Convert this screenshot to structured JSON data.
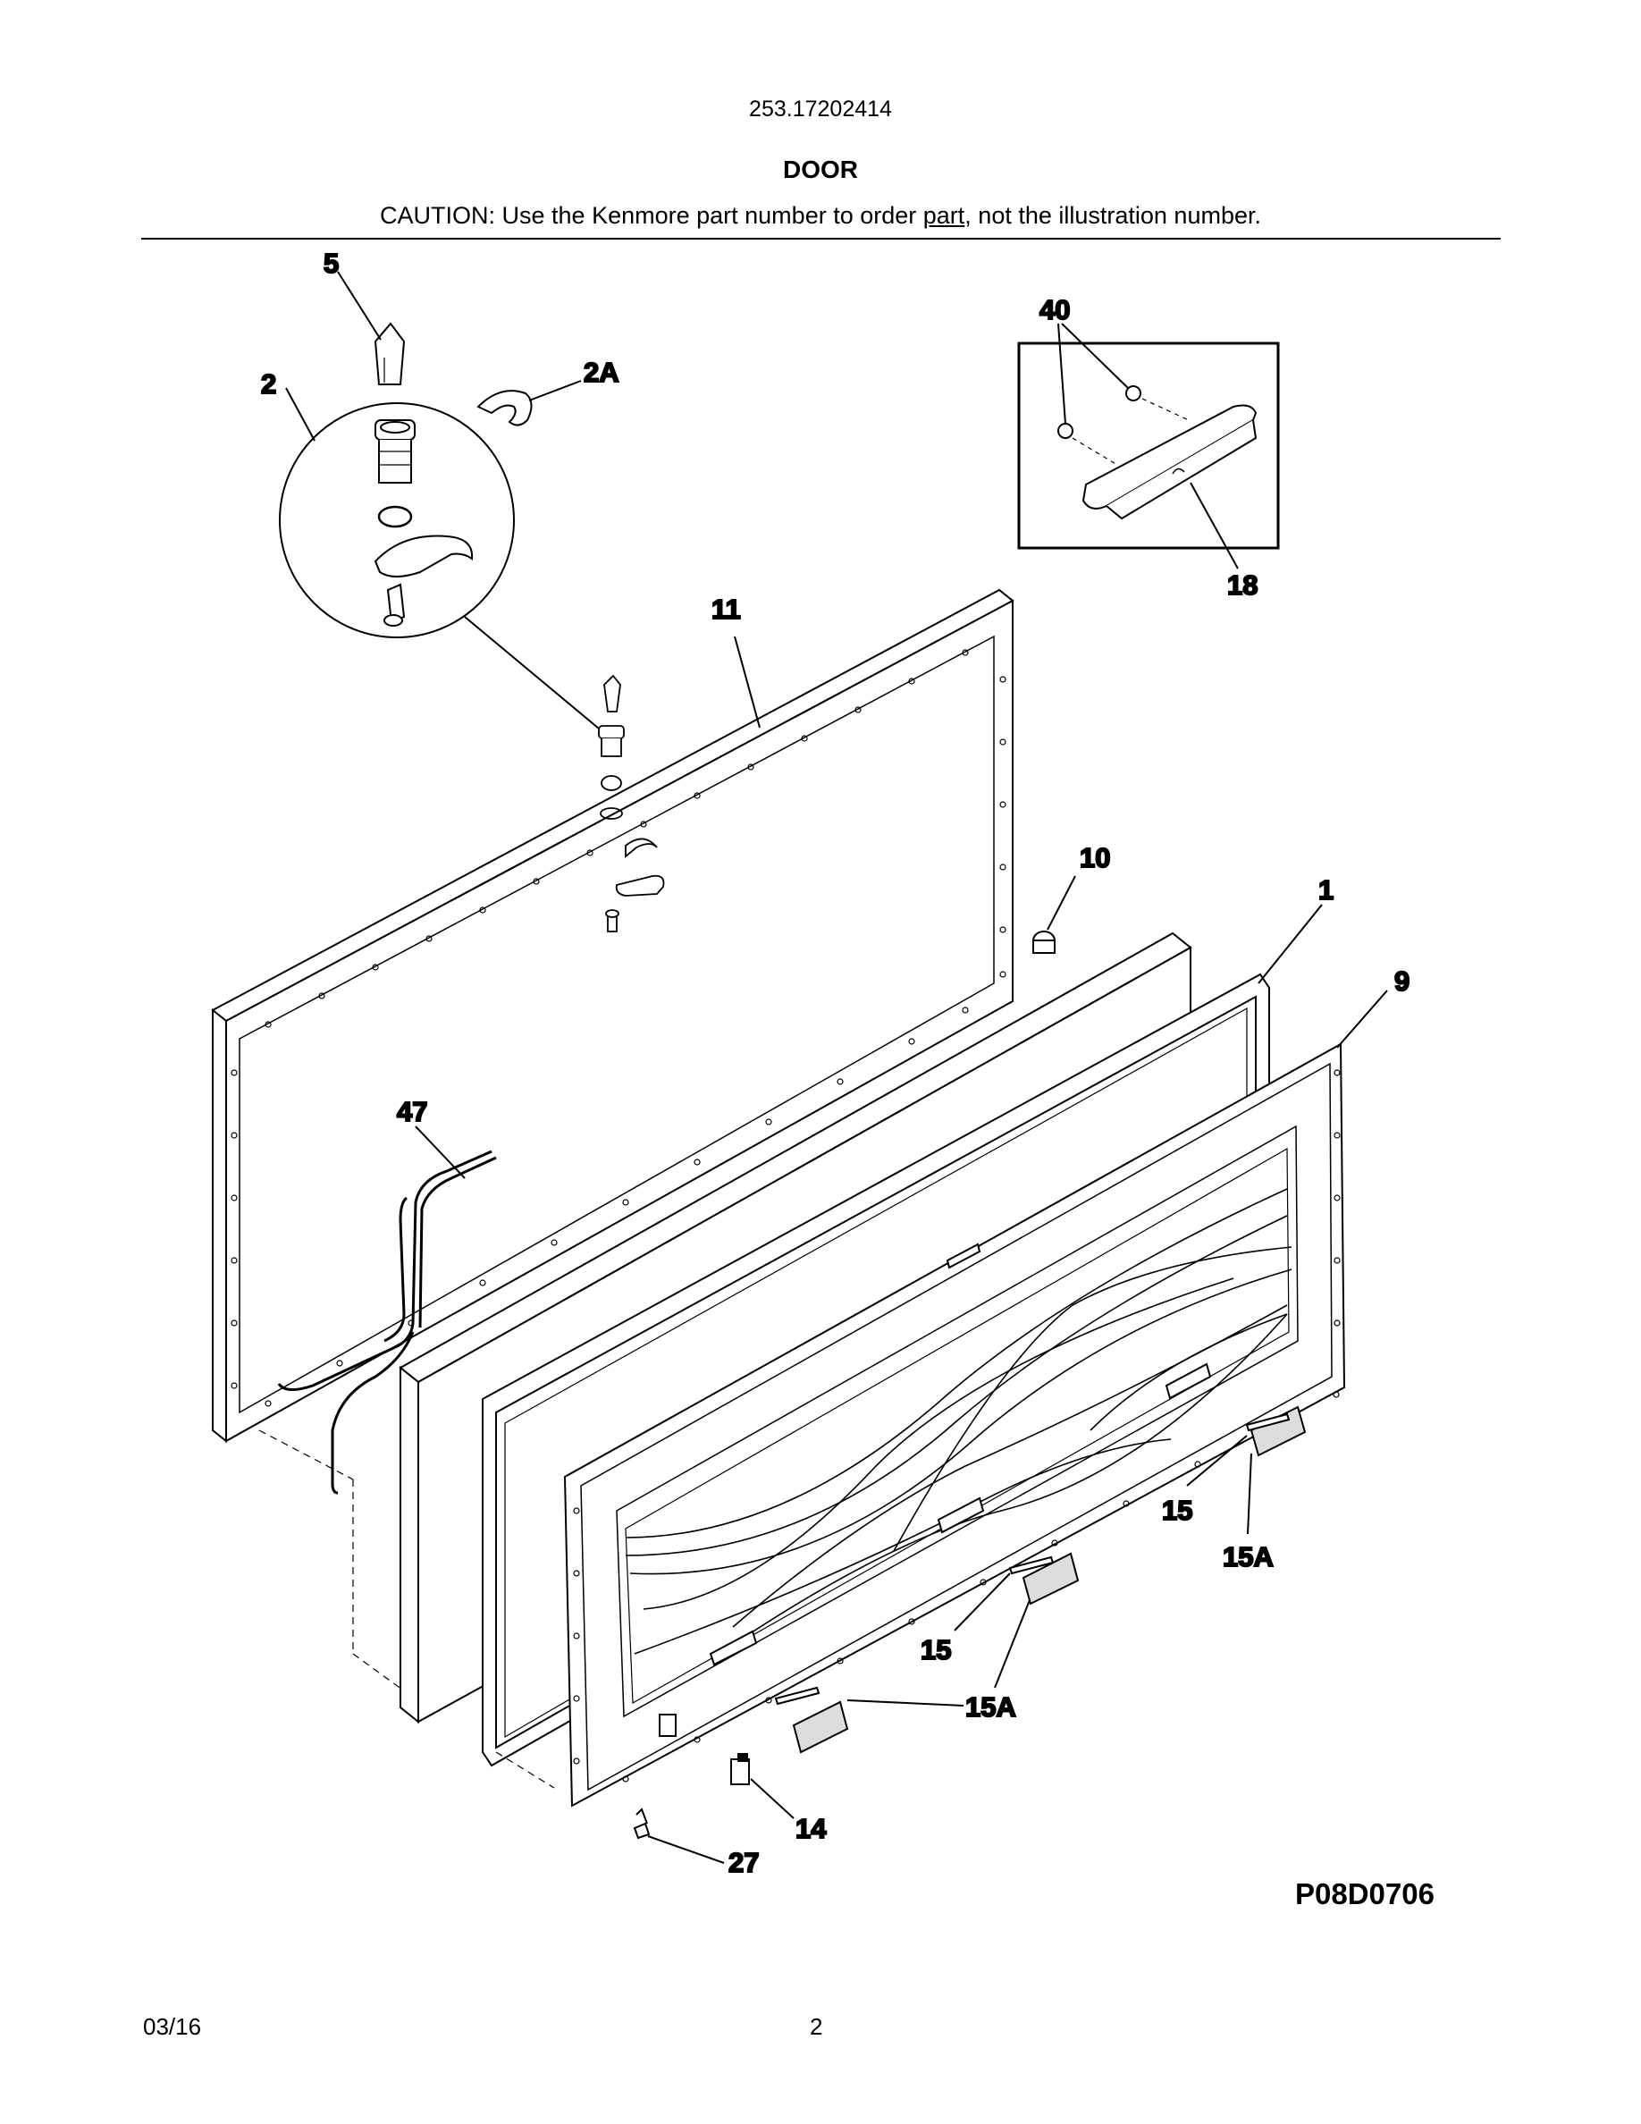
{
  "header": {
    "model_number": "253.17202414",
    "section_title": "DOOR",
    "caution_prefix": "CAUTION: Use the Kenmore part number to order ",
    "caution_link": "part",
    "caution_suffix": ", not the illustration number."
  },
  "callouts": [
    "5",
    "2",
    "2A",
    "40",
    "18",
    "11",
    "10",
    "1",
    "9",
    "47",
    "15",
    "15A",
    "15",
    "15A",
    "14",
    "27"
  ],
  "footer": {
    "diagram_code": "P08D0706",
    "date": "03/16",
    "page_number": "2"
  }
}
